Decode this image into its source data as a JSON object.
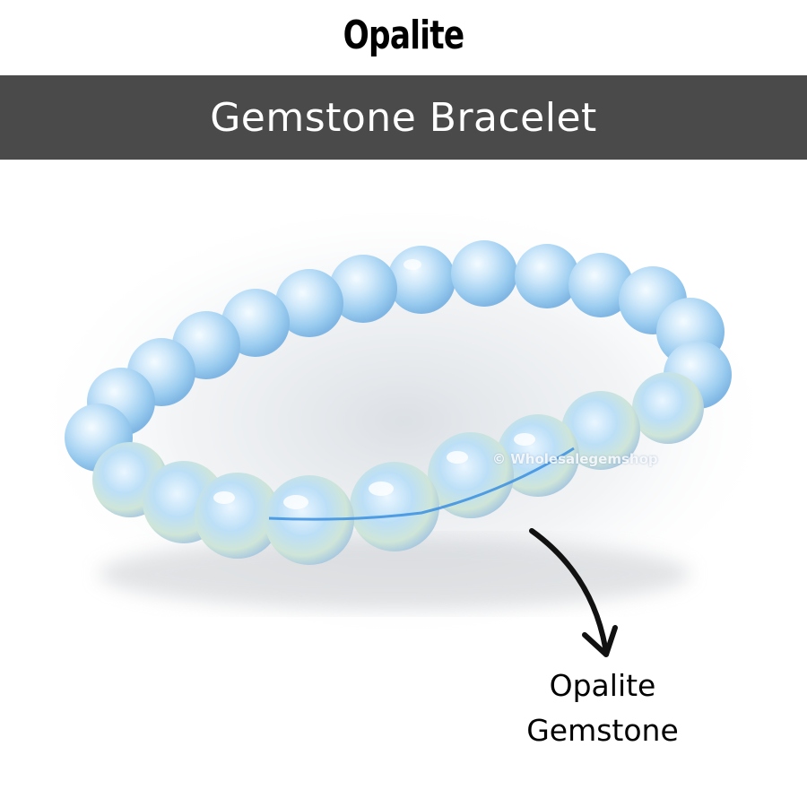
{
  "header": {
    "title": "Opalite",
    "banner": "Gemstone Bracelet"
  },
  "image": {
    "subject_icon": "opalite-bead-bracelet",
    "watermark": "© Wholesalegemshop",
    "bead_color": "#a9d4f2",
    "cord_color": "#3a8fe0"
  },
  "annotation": {
    "arrow_icon": "curved-arrow-down-icon",
    "line1": "Opalite",
    "line2": "Gemstone"
  },
  "colors": {
    "banner_bg": "#4a4a4a",
    "banner_text": "#ffffff",
    "title_text": "#000000"
  }
}
